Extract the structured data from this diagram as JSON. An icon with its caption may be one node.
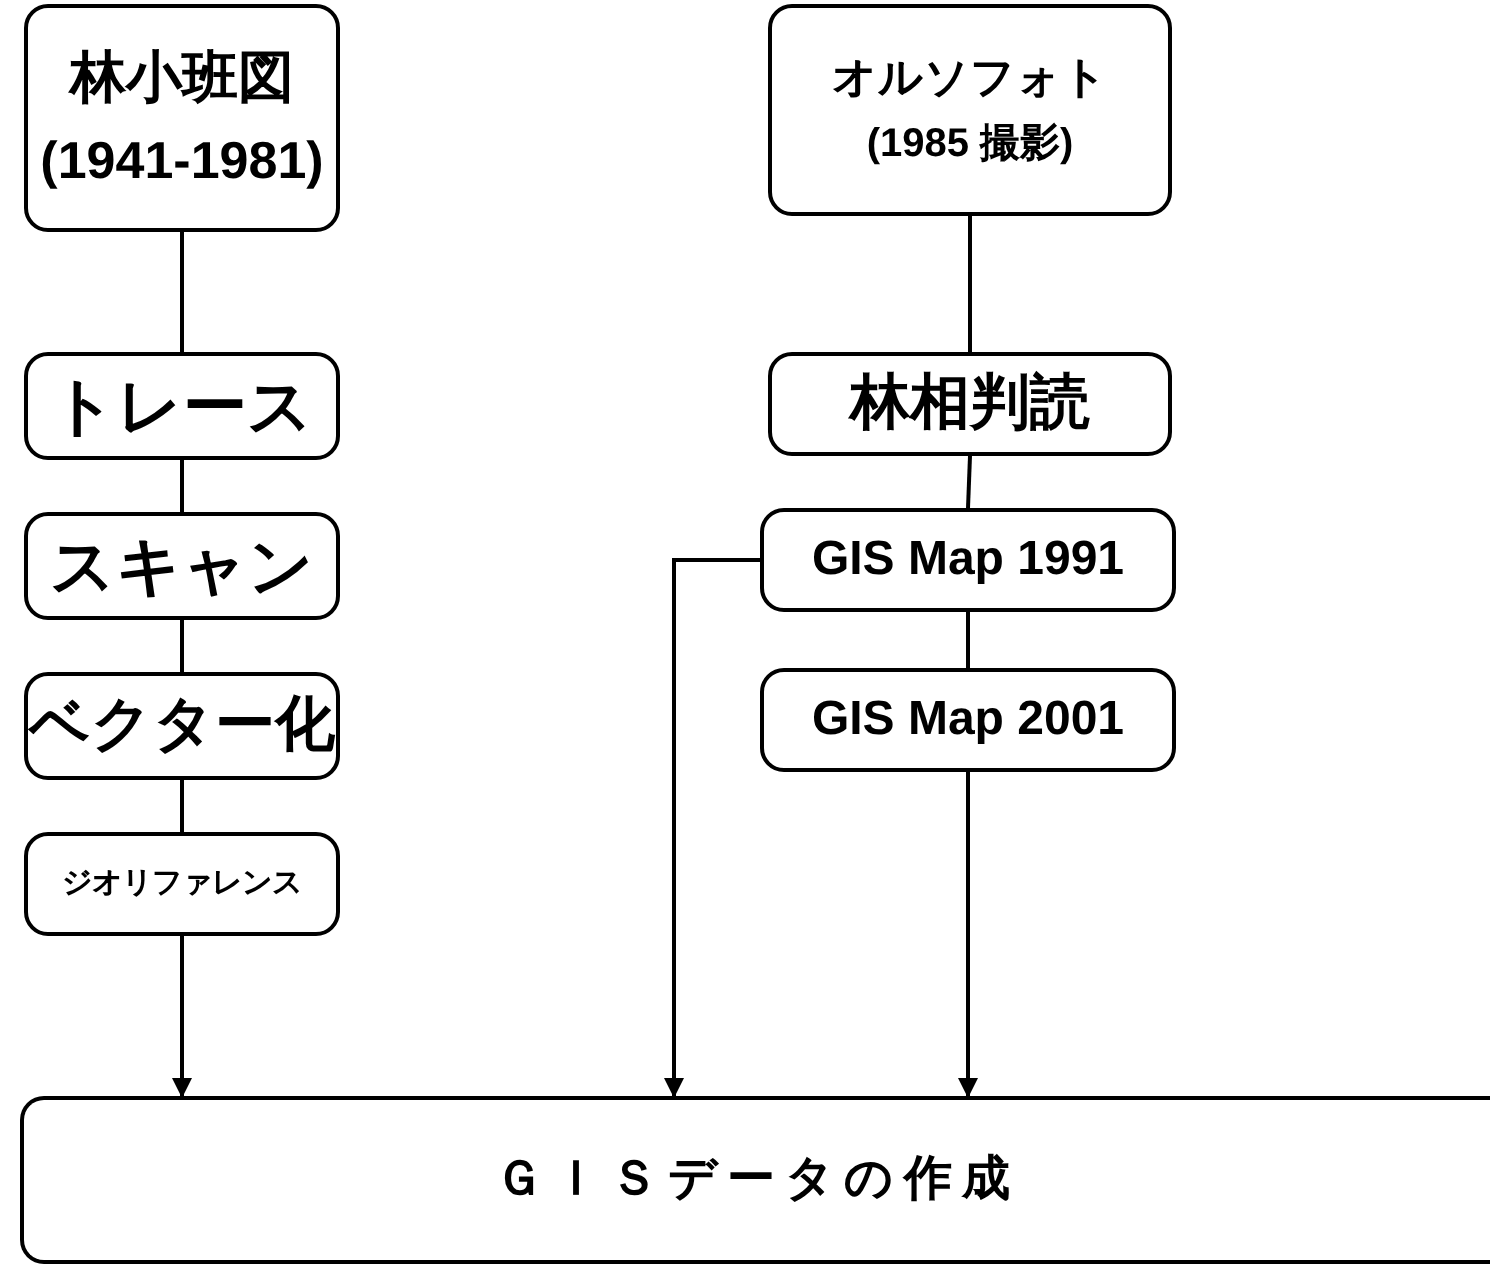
{
  "diagram": {
    "nodes": [
      {
        "text": [
          "林小班図",
          "(1941-1981)"
        ]
      },
      {
        "text": [
          "トレース"
        ]
      },
      {
        "text": [
          "スキャン"
        ]
      },
      {
        "text": [
          "ベクター化"
        ]
      },
      {
        "text": [
          "ジオリファレンス"
        ]
      },
      {
        "text": [
          "オルソフォト",
          "(1985 撮影)"
        ]
      },
      {
        "text": [
          "林相判読"
        ]
      },
      {
        "text": [
          "GIS Map 1991"
        ]
      },
      {
        "text": [
          "GIS Map 2001"
        ]
      },
      {
        "text": [
          "ＧＩＳデータの作成"
        ]
      }
    ],
    "edges": [
      {
        "from": 0,
        "to": 1,
        "arrow": "none"
      },
      {
        "from": 1,
        "to": 2,
        "arrow": "none"
      },
      {
        "from": 2,
        "to": 3,
        "arrow": "none"
      },
      {
        "from": 3,
        "to": 4,
        "arrow": "none"
      },
      {
        "from": 4,
        "to": 9,
        "arrow": "to"
      },
      {
        "from": 5,
        "to": 6,
        "arrow": "none"
      },
      {
        "from": 6,
        "to": 7,
        "arrow": "none"
      },
      {
        "from": 7,
        "to": 8,
        "arrow": "none"
      },
      {
        "from": 8,
        "to": 9,
        "arrow": "to"
      },
      {
        "from": 7,
        "to": 9,
        "arrow": "to"
      }
    ]
  }
}
